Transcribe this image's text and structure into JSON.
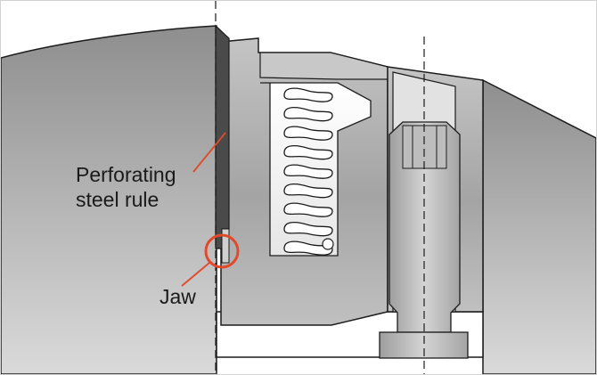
{
  "labels": {
    "perforating_steel_rule": [
      "Perforating",
      "steel rule"
    ],
    "jaw": "Jaw"
  },
  "colors": {
    "callout": "#e04a2a",
    "outline": "#1c1c1c",
    "steel_rule_fill": "#4a4a4a",
    "background": "#ffffff"
  }
}
